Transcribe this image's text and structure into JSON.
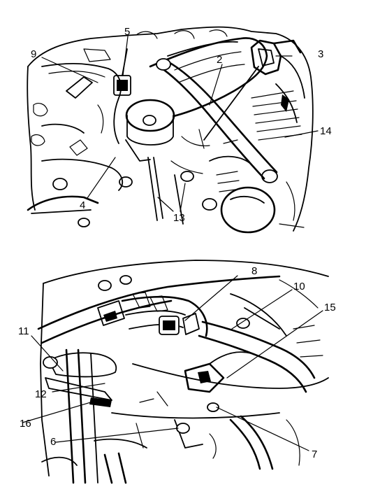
{
  "figure": {
    "top_panel": {
      "callouts": [
        {
          "id": "c9",
          "label": "9"
        },
        {
          "id": "c5",
          "label": "5"
        },
        {
          "id": "c2",
          "label": "2"
        },
        {
          "id": "c3",
          "label": "3"
        },
        {
          "id": "c14",
          "label": "14"
        },
        {
          "id": "c4",
          "label": "4"
        },
        {
          "id": "c13",
          "label": "13"
        }
      ]
    },
    "bottom_panel": {
      "callouts": [
        {
          "id": "c8",
          "label": "8"
        },
        {
          "id": "c10",
          "label": "10"
        },
        {
          "id": "c15",
          "label": "15"
        },
        {
          "id": "c11",
          "label": "11"
        },
        {
          "id": "c12",
          "label": "12"
        },
        {
          "id": "c16",
          "label": "16"
        },
        {
          "id": "c6",
          "label": "6"
        },
        {
          "id": "c7",
          "label": "7"
        }
      ]
    }
  }
}
